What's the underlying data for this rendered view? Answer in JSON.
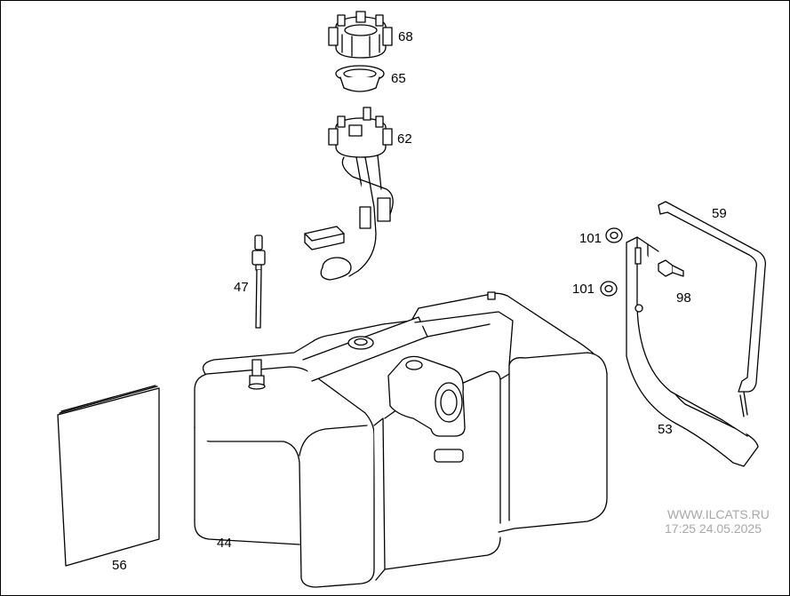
{
  "parts": {
    "p68": "68",
    "p65": "65",
    "p62": "62",
    "p59": "59",
    "p101a": "101",
    "p101b": "101",
    "p98": "98",
    "p47": "47",
    "p53": "53",
    "p44": "44",
    "p56": "56"
  },
  "watermark": {
    "site": "WWW.ILCATS.RU",
    "timestamp": "17:25 24.05.2025"
  }
}
